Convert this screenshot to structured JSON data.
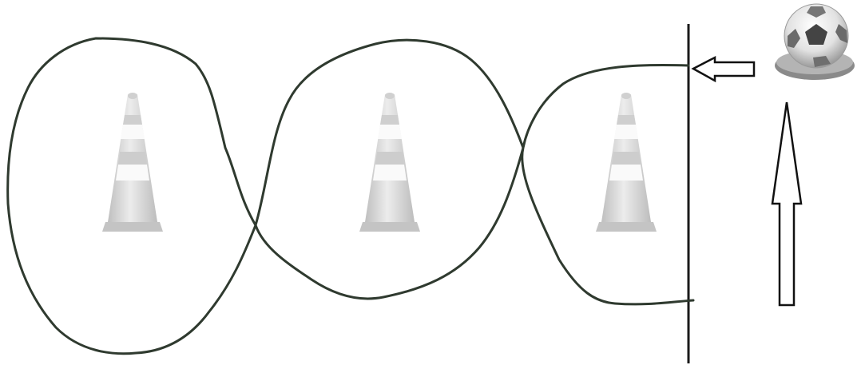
{
  "diagram": {
    "cone_count": 3,
    "elements": {
      "cones": [
        "traffic-cone",
        "traffic-cone",
        "traffic-cone"
      ],
      "start_line": "vertical-line",
      "ball": "soccer-ball",
      "entry_arrow": "arrow-left",
      "run_arrow": "arrow-up"
    },
    "colors": {
      "path": "#2f3a2f",
      "line": "#1a1a1a",
      "cone_top": "#d8d8d8",
      "cone_band": "#c9c9c9",
      "cone_base": "#c4c4c4",
      "arrow_outline": "#111111",
      "ball_dark": "#444444",
      "ball_base": "#8a8a8a"
    }
  }
}
